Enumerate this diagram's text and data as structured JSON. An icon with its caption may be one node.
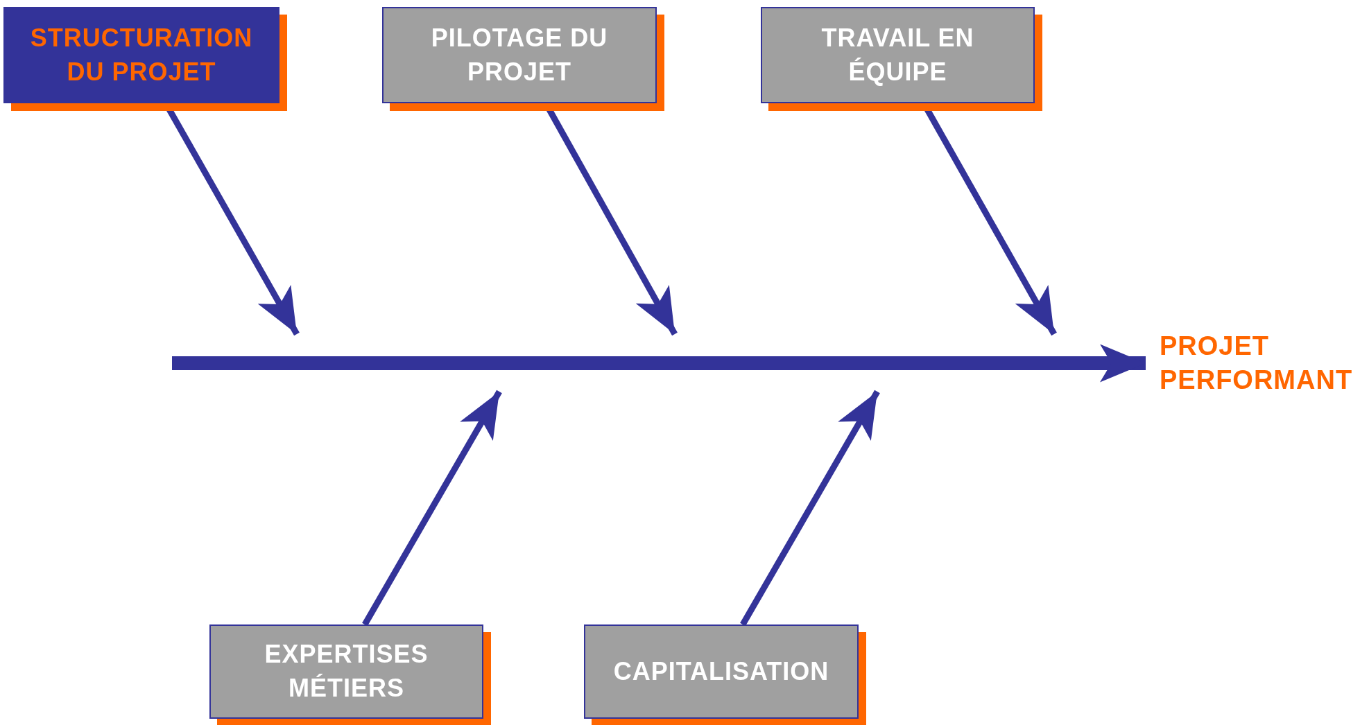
{
  "diagram": {
    "nodes": [
      {
        "text": [
          "STRUCTURATION DU PROJET"
        ]
      },
      {
        "text": [
          "PILOTAGE DU PROJET"
        ]
      },
      {
        "text": [
          "TRAVAIL EN ÉQUIPE"
        ]
      },
      {
        "text": [
          "EXPERTISES MÉTIERS"
        ]
      },
      {
        "text": [
          "CAPITALISATION"
        ]
      },
      {
        "text": [
          "PROJET PERFORMANT"
        ]
      }
    ],
    "edges": [
      {
        "from": 0,
        "to": null,
        "arrow": "to"
      },
      {
        "from": 1,
        "to": null,
        "arrow": "to"
      },
      {
        "from": 2,
        "to": null,
        "arrow": "to"
      },
      {
        "from": 3,
        "to": null,
        "arrow": "to"
      },
      {
        "from": 4,
        "to": null,
        "arrow": "to"
      },
      {
        "from": null,
        "to": 5,
        "arrow": "to",
        "style": "thick"
      }
    ]
  }
}
